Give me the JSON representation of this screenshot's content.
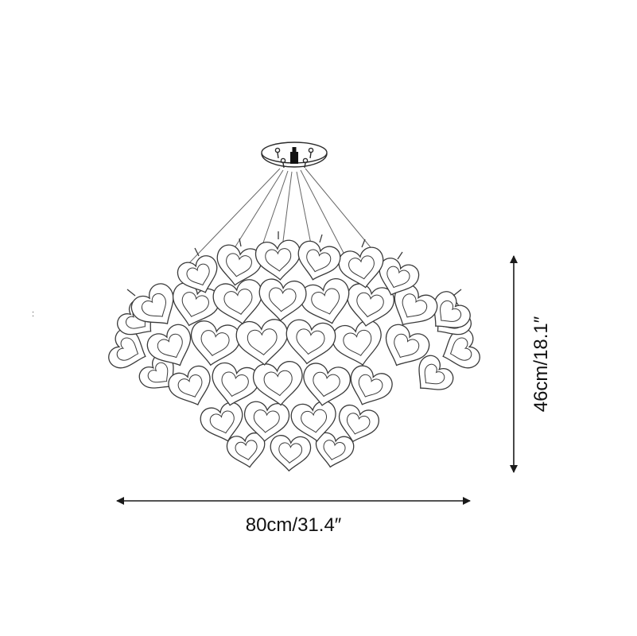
{
  "diagram": {
    "title": "chandelier-dimension-diagram",
    "width_label": "80cm/31.4″",
    "height_label": "46cm/18.1″",
    "stray_mark": ":",
    "line_color": "#2b2b2b",
    "petal_stroke": "#3a3a3a",
    "wire_color": "#666666",
    "background": "#ffffff"
  }
}
